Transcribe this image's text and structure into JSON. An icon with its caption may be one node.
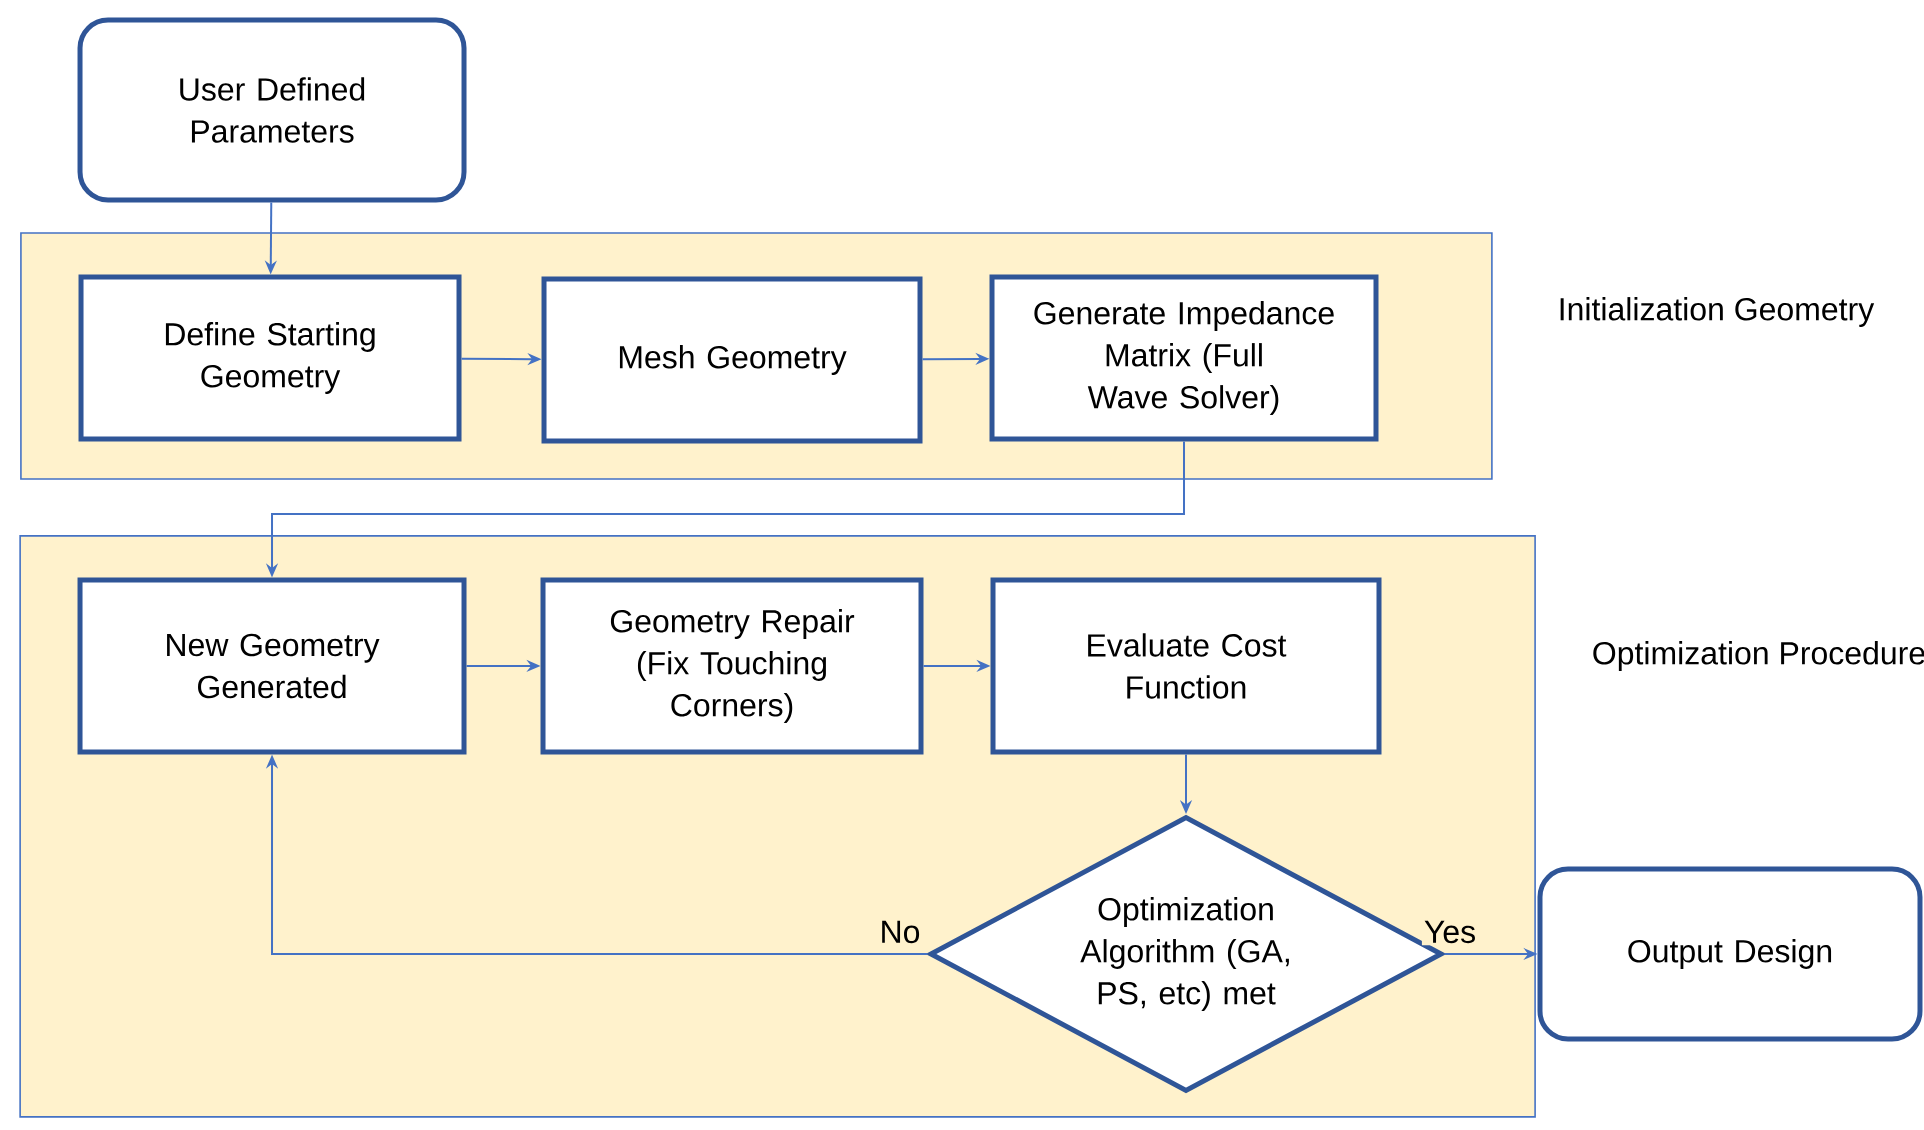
{
  "diagram": {
    "nodes": [
      {
        "text": [
          "User Defined Parameters"
        ]
      },
      {
        "text": [
          "Initialization Geometry"
        ]
      },
      {
        "text": [
          "Define Starting Geometry"
        ],
        "in": 1
      },
      {
        "text": [
          "Mesh Geometry"
        ],
        "in": 1
      },
      {
        "text": [
          "Generate Impedance Matrix (Full Wave Solver)"
        ],
        "in": 1
      },
      {
        "text": [
          "Optimization Procedure"
        ]
      },
      {
        "text": [
          "New Geometry Generated"
        ],
        "in": 5
      },
      {
        "text": [
          "Geometry Repair (Fix Touching Corners)"
        ],
        "in": 5
      },
      {
        "text": [
          "Evaluate Cost Function"
        ],
        "in": 5
      },
      {
        "text": [
          "Optimization Algorithm (GA, PS, etc) met"
        ],
        "in": 5
      },
      {
        "text": [
          "Output Design"
        ]
      }
    ],
    "edges": [
      {
        "from": 0,
        "to": 2,
        "arrow": "to"
      },
      {
        "from": 2,
        "to": 3,
        "arrow": "to"
      },
      {
        "from": 3,
        "to": 4,
        "arrow": "to"
      },
      {
        "from": 4,
        "to": 6,
        "arrow": "to"
      },
      {
        "from": 6,
        "to": 7,
        "arrow": "to"
      },
      {
        "from": 7,
        "to": 8,
        "arrow": "to"
      },
      {
        "from": 8,
        "to": 9,
        "arrow": "to"
      },
      {
        "from": 9,
        "to": 6,
        "label": "No",
        "arrow": "to"
      },
      {
        "from": 9,
        "to": 10,
        "label": "Yes",
        "arrow": "to"
      }
    ]
  }
}
